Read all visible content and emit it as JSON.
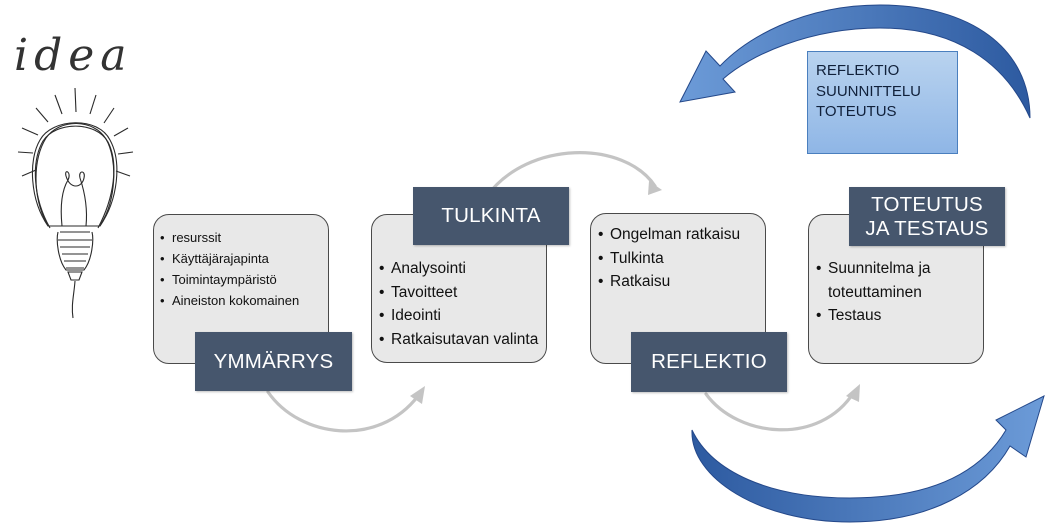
{
  "sketch_label": "idea",
  "feedback_box": {
    "lines": [
      "REFLEKTIO",
      "SUUNNITTELU",
      "TOTEUTUS"
    ]
  },
  "stages": [
    {
      "title": "YMMÄRRYS",
      "items": [
        "resurssit",
        "Käyttäjärajapinta",
        "Toimintaympäristö",
        "Aineiston kokomainen"
      ]
    },
    {
      "title": "TULKINTA",
      "items": [
        "Analysointi",
        "Tavoitteet",
        "Ideointi",
        "Ratkaisutavan valinta"
      ]
    },
    {
      "title": "REFLEKTIO",
      "items": [
        "Ongelman ratkaisu",
        "Tulkinta",
        "Ratkaisu"
      ]
    },
    {
      "title": "TOTEUTUS JA TESTAUS",
      "items": [
        "Suunnitelma ja toteuttaminen",
        "Testaus"
      ]
    }
  ],
  "colors": {
    "title_bg": "#46566d",
    "card_bg": "#e8e8e8",
    "big_arrow": "#3f6fb5",
    "connector": "#c4c4c4"
  }
}
